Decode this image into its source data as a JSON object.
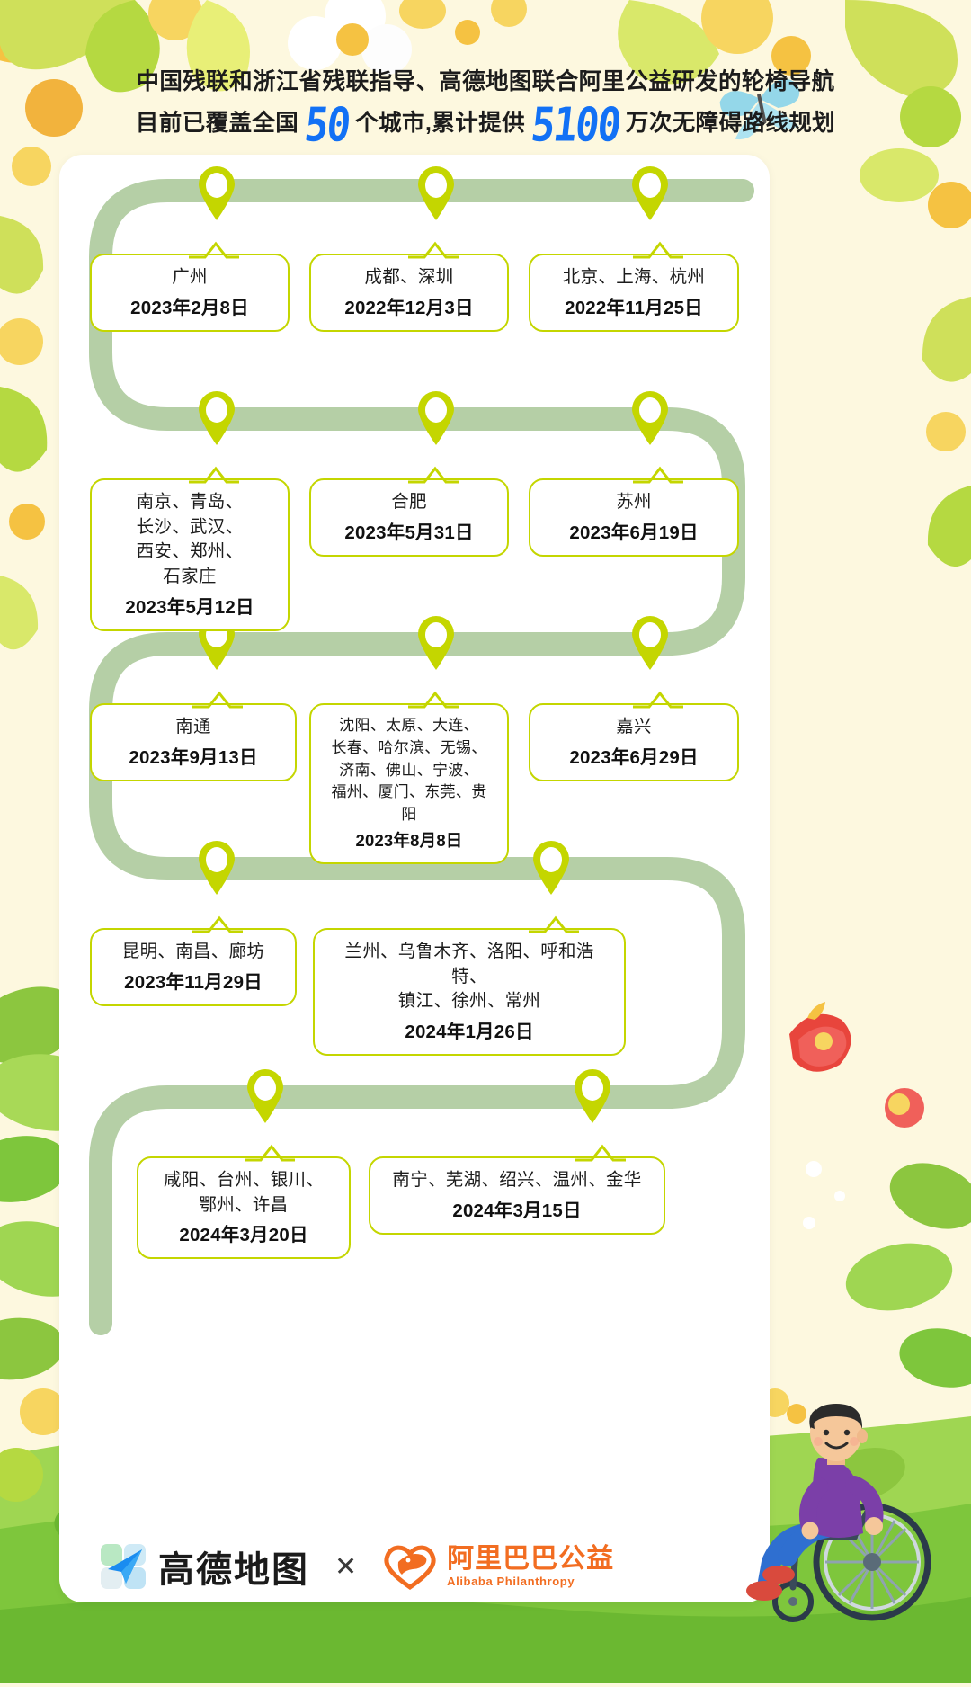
{
  "header": {
    "line1": "中国残联和浙江省残联指导、高德地图联合阿里公益研发的轮椅导航",
    "line2_part1": "目前已覆盖全国",
    "line2_num1": "50",
    "line2_part2": "个城市,累计提供",
    "line2_num2": "5100",
    "line2_part3": "万次无障碍路线规划",
    "accent_number_color": "#1271f5"
  },
  "theme": {
    "road_color": "#b5cfa6",
    "card_border": "#c4d600",
    "pin_color": "#c4d600",
    "page_bg": "#fdf8df",
    "panel_bg": "#ffffff",
    "green_ground": "#7ec63c"
  },
  "timeline": [
    {
      "id": "card-guangzhou",
      "cities": "广州",
      "date": "2023年2月8日"
    },
    {
      "id": "card-chengdu-shenzhen",
      "cities": "成都、深圳",
      "date": "2022年12月3日"
    },
    {
      "id": "card-beijing-shanghai-hangzhou",
      "cities": "北京、上海、杭州",
      "date": "2022年11月25日"
    },
    {
      "id": "card-nanjing-group",
      "cities": "南京、青岛、\n长沙、武汉、\n西安、郑州、\n石家庄",
      "date": "2023年5月12日"
    },
    {
      "id": "card-hefei",
      "cities": "合肥",
      "date": "2023年5月31日"
    },
    {
      "id": "card-suzhou",
      "cities": "苏州",
      "date": "2023年6月19日"
    },
    {
      "id": "card-nantong",
      "cities": "南通",
      "date": "2023年9月13日"
    },
    {
      "id": "card-shenyang-group",
      "cities": "沈阳、太原、大连、\n长春、哈尔滨、无锡、\n济南、佛山、宁波、\n福州、厦门、东莞、贵阳",
      "date": "2023年8月8日"
    },
    {
      "id": "card-jiaxing",
      "cities": "嘉兴",
      "date": "2023年6月29日"
    },
    {
      "id": "card-kunming-group",
      "cities": "昆明、南昌、廊坊",
      "date": "2023年11月29日"
    },
    {
      "id": "card-lanzhou-group",
      "cities": "兰州、乌鲁木齐、洛阳、呼和浩特、\n镇江、徐州、常州",
      "date": "2024年1月26日"
    },
    {
      "id": "card-xianyang-group",
      "cities": "咸阳、台州、银川、\n鄂州、许昌",
      "date": "2024年3月20日"
    },
    {
      "id": "card-nanning-group",
      "cities": "南宁、芜湖、绍兴、温州、金华",
      "date": "2024年3月15日"
    }
  ],
  "footer": {
    "amap_name": "高德地图",
    "separator": "✕",
    "ali_name_cn": "阿里巴巴公益",
    "ali_name_en": "Alibaba Philanthropy",
    "amap_color": "#1b1b1b",
    "ali_color": "#f26d21"
  }
}
